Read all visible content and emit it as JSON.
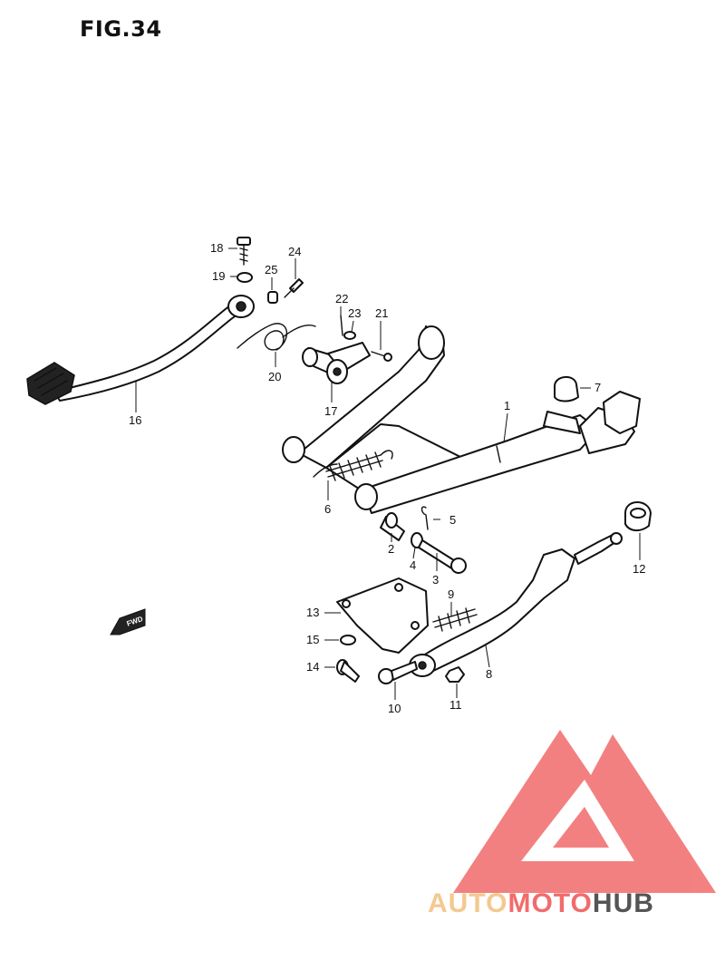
{
  "figure": {
    "title": "FIG.34"
  },
  "callouts": [
    {
      "number": "1"
    },
    {
      "number": "2"
    },
    {
      "number": "3"
    },
    {
      "number": "4"
    },
    {
      "number": "5"
    },
    {
      "number": "6"
    },
    {
      "number": "7"
    },
    {
      "number": "8"
    },
    {
      "number": "9"
    },
    {
      "number": "10"
    },
    {
      "number": "11"
    },
    {
      "number": "12"
    },
    {
      "number": "13"
    },
    {
      "number": "14"
    },
    {
      "number": "15"
    },
    {
      "number": "16"
    },
    {
      "number": "17"
    },
    {
      "number": "18"
    },
    {
      "number": "19"
    },
    {
      "number": "20"
    },
    {
      "number": "21"
    },
    {
      "number": "22"
    },
    {
      "number": "23"
    },
    {
      "number": "24"
    },
    {
      "number": "25"
    }
  ],
  "fwd_marker": {
    "label": "FWD"
  },
  "watermark": {
    "brand": "AUTOMOTOHUB",
    "part1": "AUTO",
    "part2": "MOTO",
    "part3": "HUB",
    "color_primary": "#f26b6b",
    "color_accent": "#f3c98f",
    "color_dark": "#555555"
  }
}
